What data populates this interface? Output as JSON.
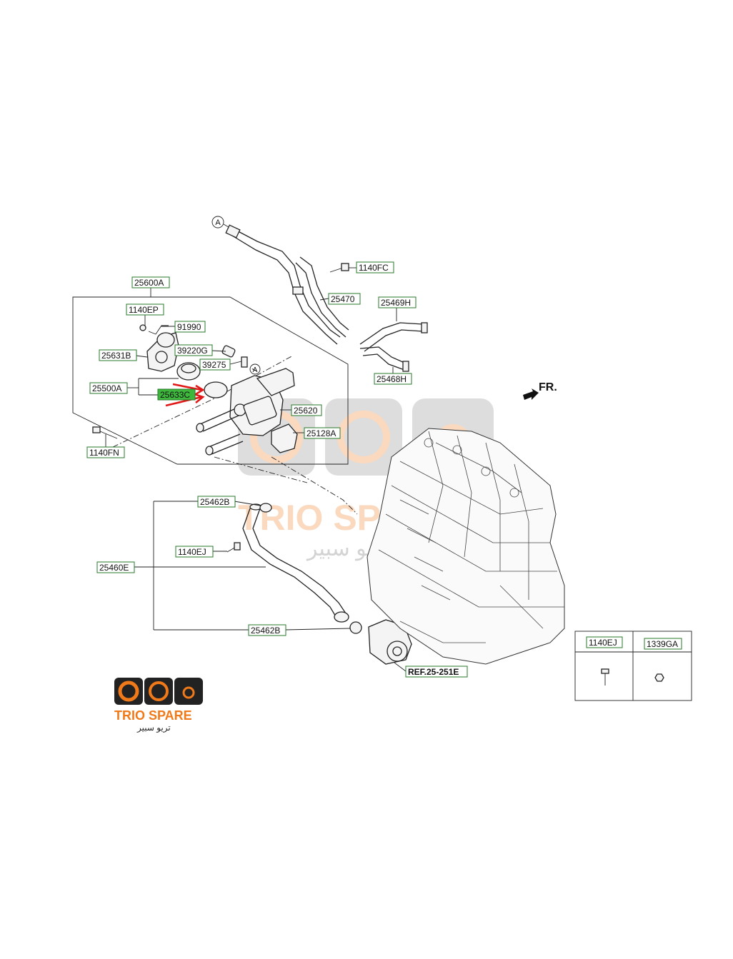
{
  "parts": {
    "p25600A": "25600A",
    "p1140EP": "1140EP",
    "p91990": "91990",
    "p25631B": "25631B",
    "p39220G": "39220G",
    "p39275": "39275",
    "p25500A": "25500A",
    "p25633C": "25633C",
    "p25620": "25620",
    "p25128A": "25128A",
    "p1140FN": "1140FN",
    "p1140FC": "1140FC",
    "p25470": "25470",
    "p25469H": "25469H",
    "p25468H": "25468H",
    "p25462B_top": "25462B",
    "p1140EJ": "1140EJ",
    "p25460E": "25460E",
    "p25462B_bottom": "25462B",
    "ref": "REF.25-251E"
  },
  "markers": {
    "a1": "A",
    "a2": "A"
  },
  "direction_label": "FR.",
  "legend": {
    "col1": "1140EJ",
    "col2": "1339GA"
  },
  "watermark": {
    "brand": "TRIO SPARE",
    "arabic": "تريو سبير"
  },
  "logo": {
    "brand": "TRIO SPARE",
    "arabic": "تريو سبير"
  },
  "colors": {
    "highlight": "#3db83d",
    "label_border": "#2a7a2a",
    "arrow": "#e01818",
    "brand_orange": "#f07a1a"
  }
}
